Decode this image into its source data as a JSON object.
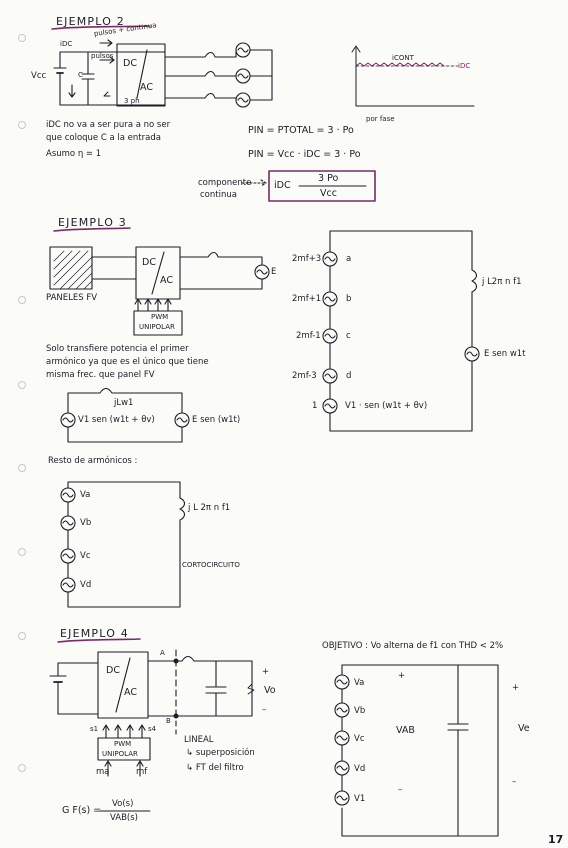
{
  "page_number": "17",
  "ex2": {
    "title": "EJEMPLO 2",
    "idc_label": "iDC",
    "pulsos_continua": "pulsos + continua",
    "pulsos": "pulsos",
    "vcc": "Vcc",
    "c": "C",
    "dc": "DC",
    "ac": "AC",
    "phase": "3 ph",
    "note1": "iDC no va a ser pura a no ser",
    "note2": "que coloque C a la entrada",
    "assume": "Asumo η = 1",
    "graph_label": "iCONT",
    "graph_idc": "iDC",
    "por_fase": "por fase",
    "eq1": "PIN = PTOTAL = 3 · Po",
    "eq2": "PIN = Vcc · iDC = 3 · Po",
    "componente": "componente",
    "continua": "continua",
    "box_lhs": "iDC",
    "box_num": "3 Po",
    "box_den": "Vcc"
  },
  "ex3": {
    "title": "EJEMPLO 3",
    "paneles": "PANELES FV",
    "dc": "DC",
    "ac": "AC",
    "pwm": "PWM",
    "unipolar": "UNIPOLAR",
    "e": "E",
    "text1": "Solo transfiere potencia el primer",
    "text2": "armónico ya que es el único que tiene",
    "text3": "misma frec. que panel FV",
    "jlw1": "jLw1",
    "v1": "V1 sen (w1t + θv)",
    "esen": "E sen (w1t)",
    "resto": "Resto de armónicos :",
    "va": "Va",
    "vb": "Vb",
    "vc": "Vc",
    "vd": "Vd",
    "jl": "j L 2π n f1",
    "corto": "CORTOCIRCUITO",
    "right_sources": [
      {
        "n": "2mf+3",
        "l": "a"
      },
      {
        "n": "2mf+1",
        "l": "b"
      },
      {
        "n": "2mf-1",
        "l": "c"
      },
      {
        "n": "2mf-3",
        "l": "d"
      },
      {
        "n": "1",
        "l": "V1 · sen (w1t + θv)"
      }
    ],
    "right_jl": "j L2π n f1",
    "right_e": "E sen w1t"
  },
  "ex4": {
    "title": "EJEMPLO 4",
    "dc": "DC",
    "ac": "AC",
    "a": "A",
    "b": "B",
    "plus": "+",
    "minus": "–",
    "vo": "Vo",
    "s1": "s1",
    "s4": "s4",
    "pwm": "PWM",
    "unipolar": "UNIPOLAR",
    "ma": "ma",
    "mf": "mf",
    "lineal": "LINEAL",
    "sup": "↳ superposición",
    "ft": "↳ FT del filtro",
    "gf": "G F(s) =",
    "gf_num": "Vo(s)",
    "gf_den": "VAB(s)",
    "objetivo": "OBJETIVO :  Vo alterna de f1 con THD < 2%",
    "srcs": [
      "Va",
      "Vb",
      "Vc",
      "Vd",
      "V1"
    ],
    "vab": "VAB",
    "ve": "Ve"
  }
}
